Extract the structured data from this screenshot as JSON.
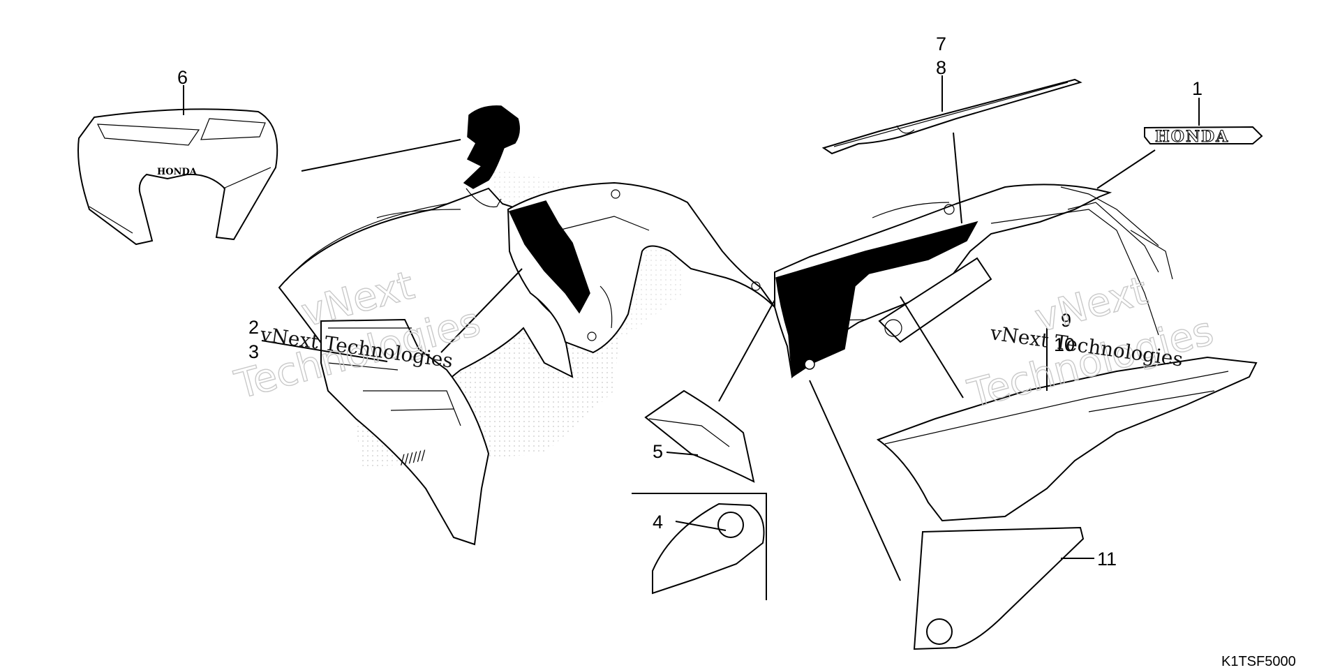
{
  "callouts": {
    "c1": "1",
    "c2": "2",
    "c3": "3",
    "c4": "4",
    "c5": "5",
    "c6": "6",
    "c7": "7",
    "c8": "8",
    "c9": "9",
    "c10": "10",
    "c11": "11"
  },
  "diagram_code": "K1TSF5000",
  "brand": {
    "emblem_text": "HONDA",
    "cowl_text": "HONDA"
  },
  "watermarks": {
    "left_large_1": "vNext",
    "left_large_2": "Technologies",
    "left_small": "vNext Technologies",
    "right_large_1": "vNext",
    "right_large_2": "Technologies",
    "right_small": "vNext Technologies"
  },
  "colors": {
    "line": "#000000",
    "background": "#ffffff",
    "watermark": "#c9c9c9"
  }
}
